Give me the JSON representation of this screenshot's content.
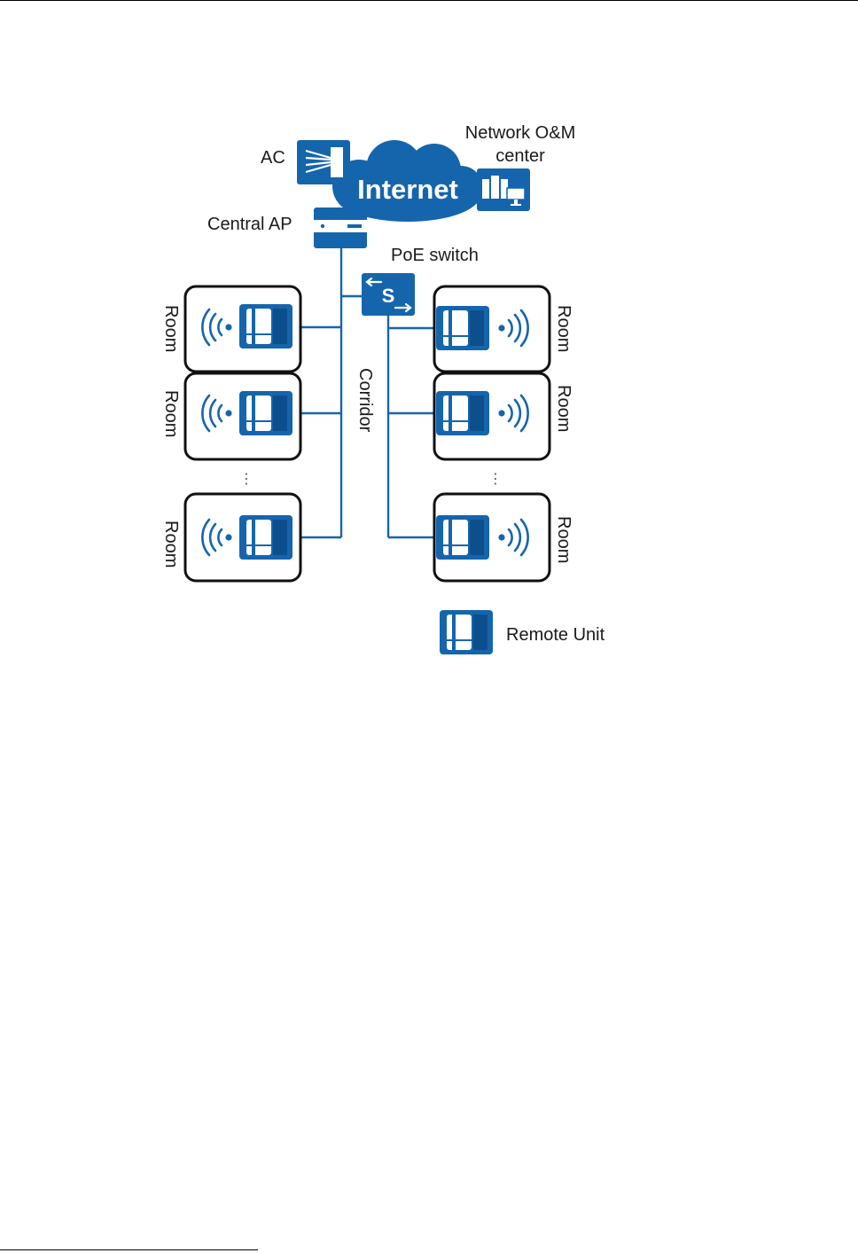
{
  "labels": {
    "ac": "AC",
    "internet": "Internet",
    "noc_line1": "Network O&M",
    "noc_line2": "center",
    "central_ap": "Central AP",
    "poe_switch": "PoE switch",
    "switch_letter": "S",
    "corridor": "Corridor",
    "legend": "Remote Unit",
    "ellipsis": "⋮"
  },
  "rooms": {
    "left": [
      "Room",
      "Room",
      "Room"
    ],
    "right": [
      "Room",
      "Room",
      "Room"
    ]
  },
  "colors": {
    "accent": "#1565ad",
    "dark": "#0d4f8c",
    "line": "#1565ad",
    "room_border": "#111111"
  }
}
